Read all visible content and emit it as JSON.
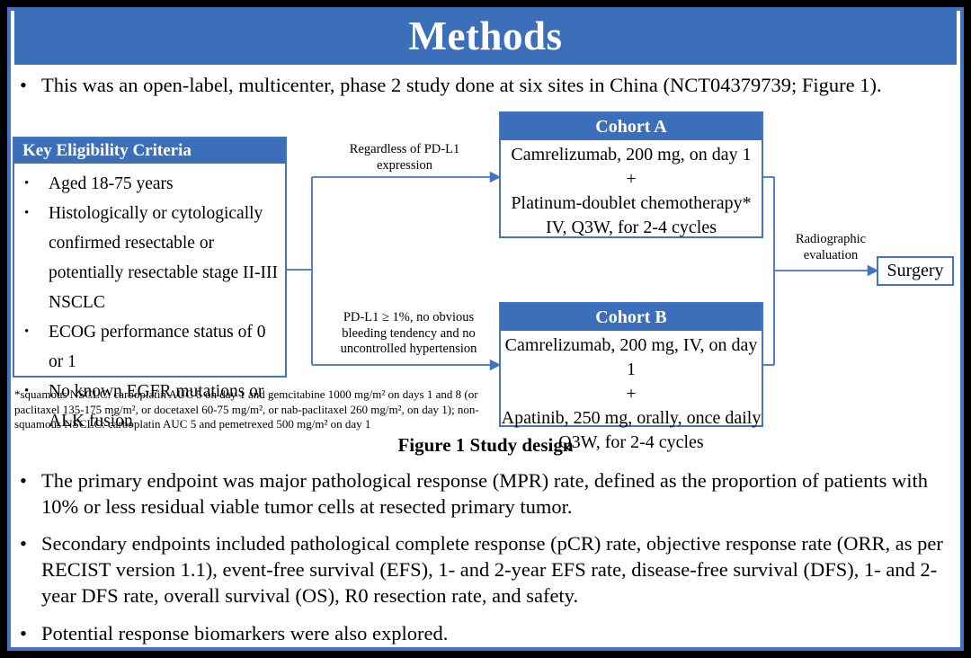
{
  "ui": {
    "bullet_char": "•"
  },
  "colors": {
    "accent_blue": "#3b6fba",
    "line_blue": "#4472c4"
  },
  "header": {
    "title": "Methods"
  },
  "bullets": {
    "b1": "This was an open-label, multicenter, phase 2 study done at six sites in China (NCT04379739; Figure 1).",
    "b2": "The primary endpoint was major pathological response (MPR) rate, defined as the proportion of patients with 10% or less residual viable tumor cells at resected primary tumor.",
    "b3": "Secondary endpoints included pathological complete response (pCR) rate, objective response rate (ORR, as per RECIST version 1.1), event-free survival (EFS), 1- and 2-year EFS rate, disease-free survival (DFS), 1- and 2-year DFS rate, overall survival (OS), R0 resection rate, and safety.",
    "b4": "Potential response biomarkers were also explored."
  },
  "figure": {
    "caption": "Figure 1 Study design",
    "eligibility": {
      "header": "Key Eligibility Criteria",
      "items": [
        "Aged 18-75 years",
        "Histologically or cytologically confirmed resectable or potentially resectable stage II-III NSCLC",
        "ECOG performance status of 0 or 1",
        "No known EGFR mutations or ALK fusion"
      ]
    },
    "footnote": "*squamous NSCLC: carboplatin AUC 5 on day 1 and gemcitabine 1000 mg/m² on days 1 and 8 (or paclitaxel 135-175 mg/m², or docetaxel 60-75 mg/m², or nab-paclitaxel 260 mg/m², on day 1); non-squamous NSCLC: carboplatin AUC 5 and pemetrexed 500 mg/m² on day 1",
    "branch_a_label": "Regardless of PD-L1 expression",
    "branch_b_label": "PD-L1 ≥ 1%, no obvious bleeding tendency and no uncontrolled hypertension",
    "cohort_a": {
      "header": "Cohort A",
      "lines": [
        "Camrelizumab, 200 mg, on day 1",
        "+",
        "Platinum-doublet chemotherapy*",
        "IV, Q3W, for 2-4 cycles"
      ]
    },
    "cohort_b": {
      "header": "Cohort B",
      "lines": [
        "Camrelizumab, 200 mg, IV, on day 1",
        "+",
        "Apatinib, 250 mg, orally, once daily",
        "Q3W, for 2-4 cycles"
      ]
    },
    "evaluation_label": "Radiographic evaluation",
    "surgery_label": "Surgery"
  }
}
